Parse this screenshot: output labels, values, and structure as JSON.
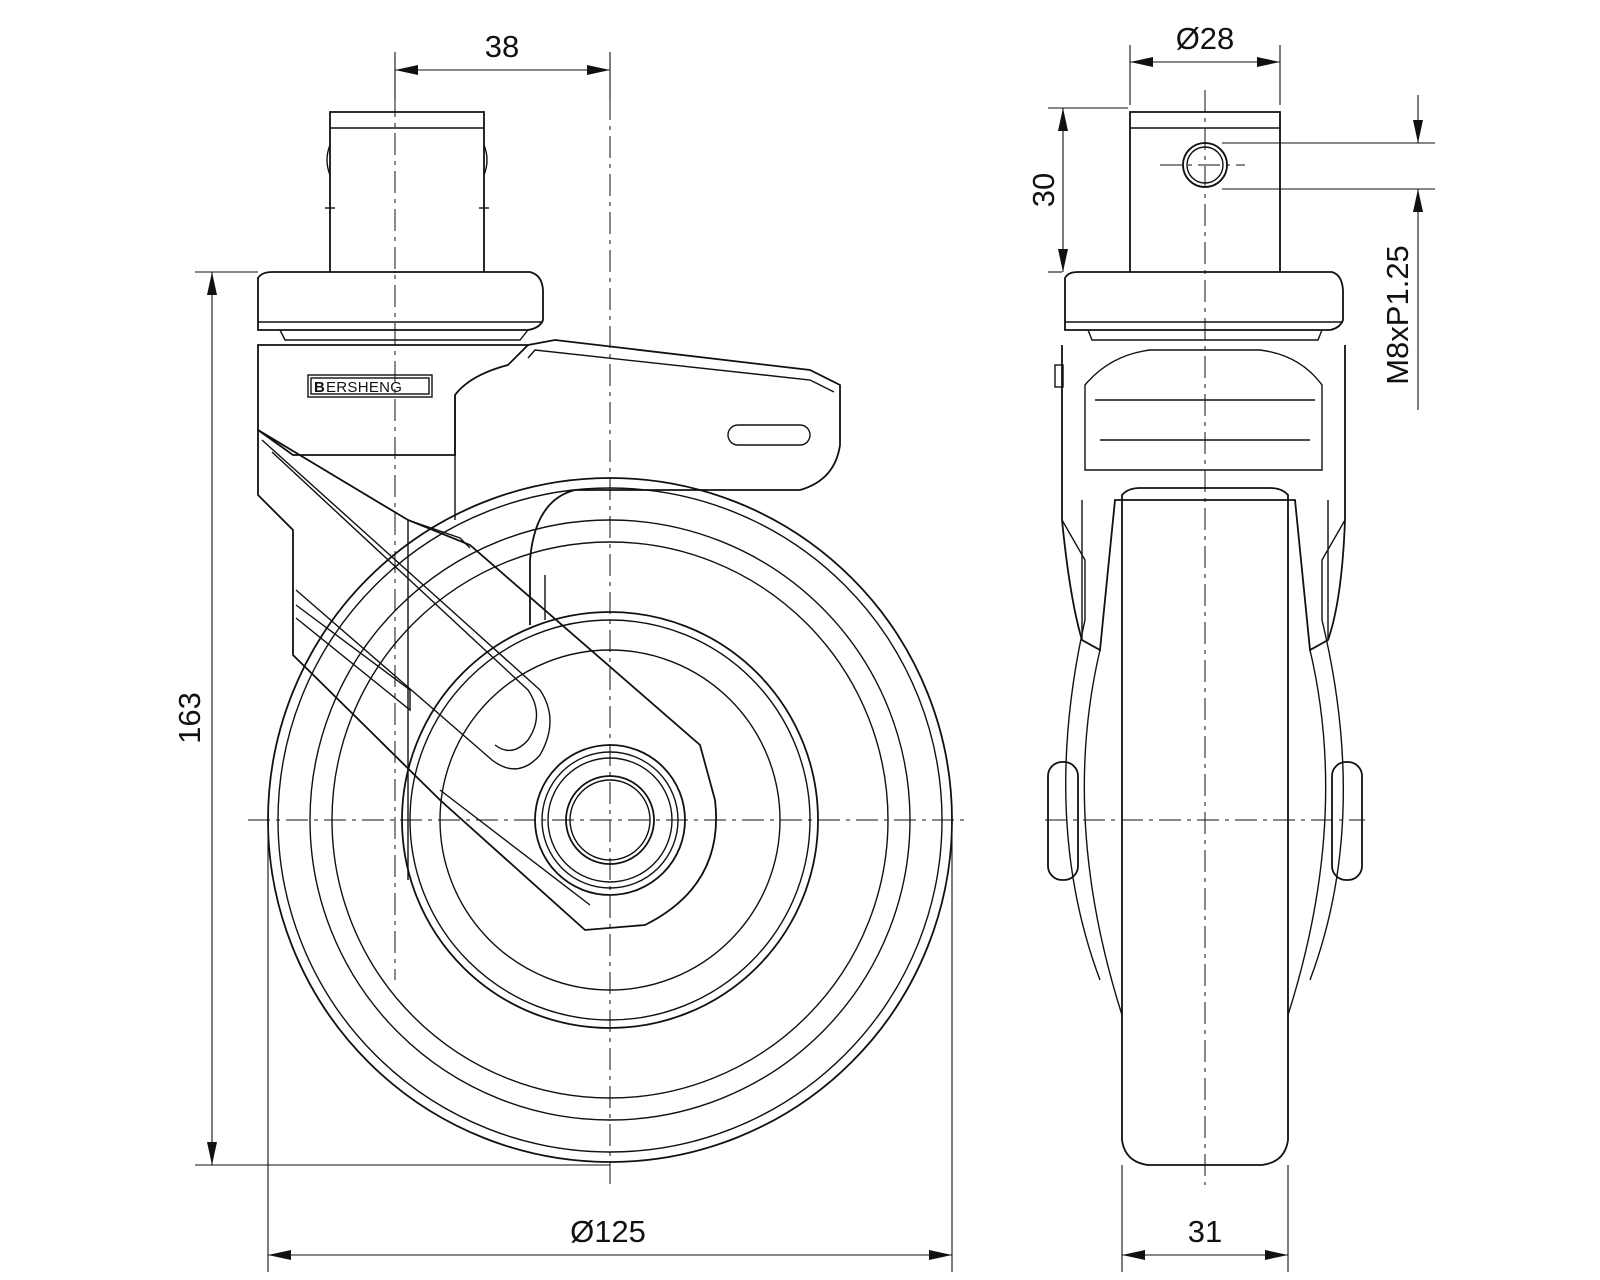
{
  "dimensions": {
    "offset": "38",
    "height": "163",
    "wheel_diameter": "Ø125",
    "stem_diameter": "Ø28",
    "stem_length": "30",
    "thread": "M8xP1.25",
    "wheel_width": "31"
  },
  "logo": {
    "mark": "B",
    "text": "ERSHENG"
  },
  "colors": {
    "line": "#111111",
    "background": "#ffffff"
  }
}
